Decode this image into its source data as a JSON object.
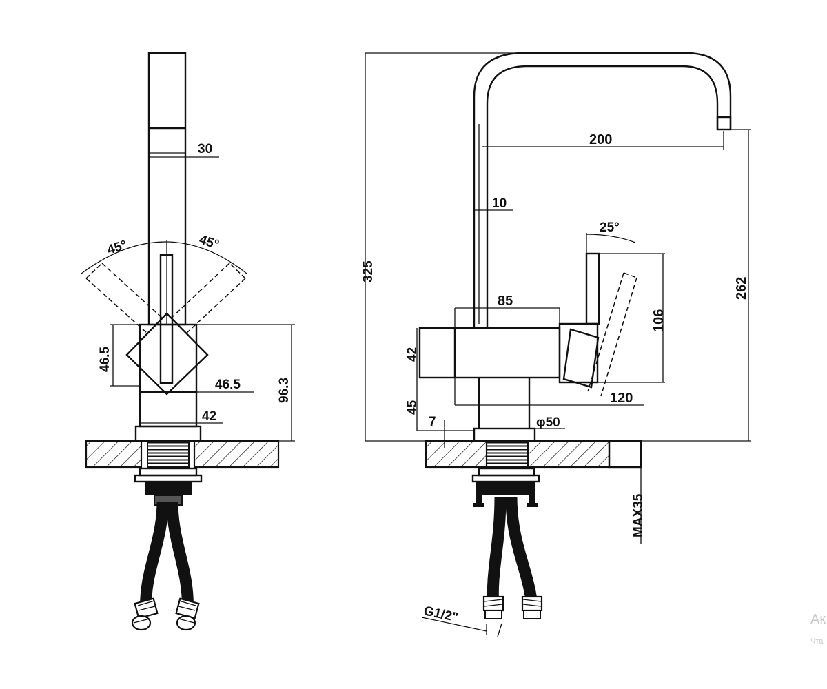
{
  "side_view": {
    "dims": {
      "d30": "30",
      "a45_left": "45°",
      "a45_right": "45°",
      "d46_5_v": "46.5",
      "d46_5_h": "46.5",
      "d96_3": "96.3",
      "d42": "42"
    }
  },
  "front_view": {
    "dims": {
      "d325": "325",
      "d200": "200",
      "d10": "10",
      "d25deg": "25°",
      "d85": "85",
      "d106": "106",
      "d262": "262",
      "d42": "42",
      "d45": "45",
      "d120": "120",
      "d7": "7",
      "d50": "φ50",
      "max35": "MAX35",
      "thread": "G1/2\""
    }
  },
  "watermark": {
    "line1": "Ак",
    "line2": "Чта"
  }
}
